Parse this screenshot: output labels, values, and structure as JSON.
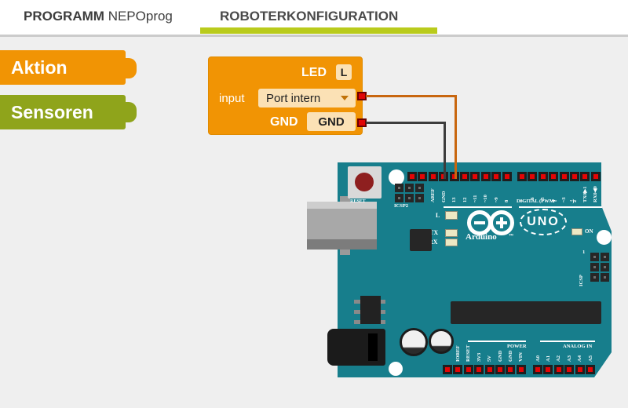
{
  "header": {
    "program_bold": "PROGRAMM",
    "program_name": "NEPOprog",
    "tab_config": "ROBOTERKONFIGURATION"
  },
  "palette": {
    "items": [
      {
        "label": "Aktion",
        "color": "#F19404"
      },
      {
        "label": "Sensoren",
        "color": "#8FA41B"
      }
    ]
  },
  "led_block": {
    "type_label": "LED",
    "name_value": "L",
    "port_label": "input",
    "port_value": "Port intern",
    "gnd_label": "GND",
    "gnd_value": "GND"
  },
  "board": {
    "reset": "RESET",
    "icsp2": "ICSP2",
    "icsp": "ICSP",
    "icsp_pin1": "1",
    "led_l": "L",
    "led_tx": "TX",
    "led_rx": "RX",
    "on": "ON",
    "brand": "Arduino",
    "tm": "™",
    "model": "UNO",
    "digital_caption": "DIGITAL (PWM=",
    "digital_caption_end": "~)",
    "power_caption": "POWER",
    "analog_caption": "ANALOG IN",
    "pins": {
      "digital_left": [
        "",
        "",
        "AREF",
        "GND",
        "13",
        "12",
        "~11",
        "~10",
        "~9",
        "8"
      ],
      "digital_right": [
        "7",
        "~6",
        "~5",
        "4",
        "~3",
        "2",
        "TX0▶1",
        "RX0◀0"
      ],
      "power": [
        "",
        "IOREF",
        "RESET",
        "3V3",
        "5V",
        "GND",
        "GND",
        "VIN"
      ],
      "analog": [
        "A0",
        "A1",
        "A2",
        "A3",
        "A4",
        "A5"
      ]
    }
  },
  "wires": [
    {
      "name": "signal-wire",
      "color": "#C8660F",
      "target_pin": "13"
    },
    {
      "name": "ground-wire",
      "color": "#3C3C3C",
      "target_pin": "GND"
    }
  ],
  "colors": {
    "accent_orange": "#F19404",
    "sensor_green": "#8FA41B",
    "tab_underline": "#B9CB1C",
    "board_teal": "#177E8C",
    "pin_red": "#E30505",
    "value_cream": "#FBE1B5"
  }
}
